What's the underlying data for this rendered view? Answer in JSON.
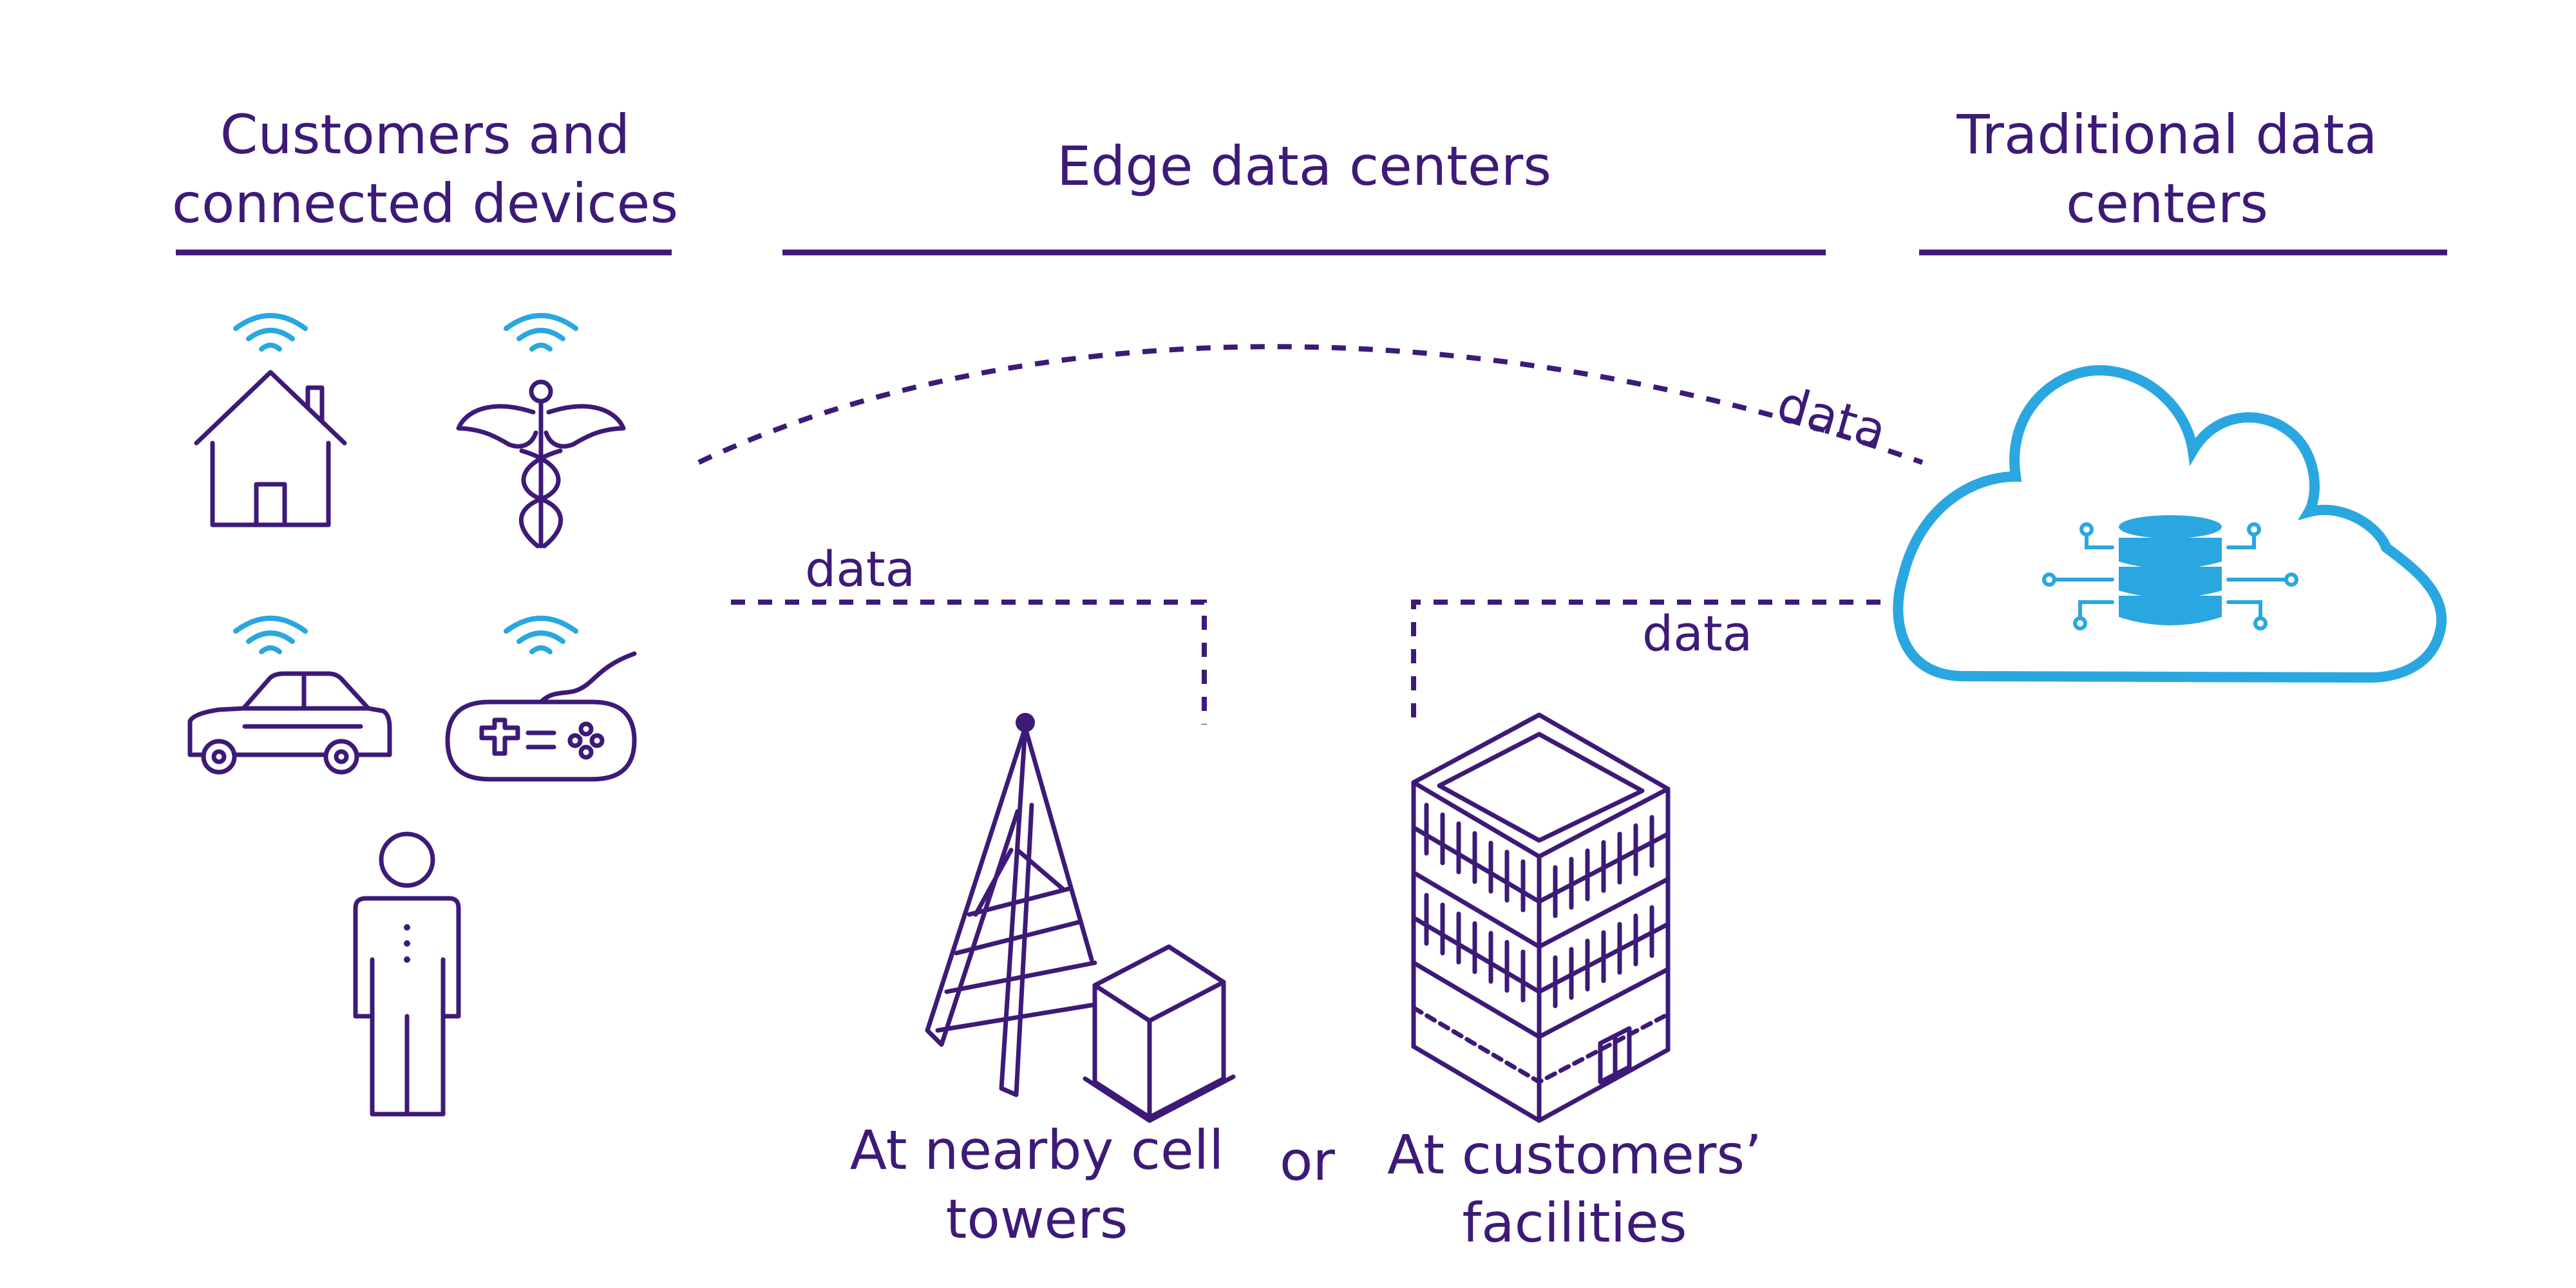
{
  "headings": {
    "devices_line1": "Customers and",
    "devices_line2": "connected devices",
    "edge": "Edge data centers",
    "traditional_line1": "Traditional data",
    "traditional_line2": "centers"
  },
  "flow_labels": {
    "top_arc": "data",
    "devices_to_tower": "data",
    "cloud_to_facility": "data"
  },
  "captions": {
    "tower_line1": "At nearby cell",
    "tower_line2": "towers",
    "or": "or",
    "facility_line1": "At customers’",
    "facility_line2": "facilities"
  },
  "icons": [
    "house-icon",
    "caduceus-icon",
    "car-icon",
    "game-controller-icon",
    "person-icon",
    "cell-tower-icon",
    "office-building-icon",
    "cloud-database-icon"
  ],
  "colors": {
    "primary": "#3d1a78",
    "accent": "#2aa7e0",
    "background": "#ffffff"
  }
}
